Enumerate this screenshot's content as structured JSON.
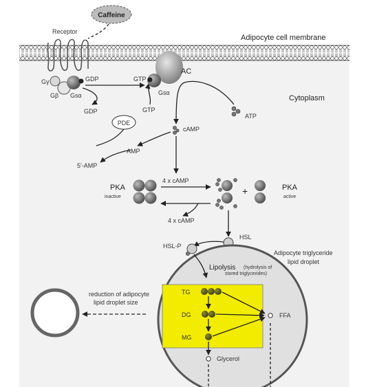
{
  "labels": {
    "caffeine": "Caffeine",
    "receptor": "Receptor",
    "membrane": "Adipocyte cell membrane",
    "cytoplasm": "Cytoplasm",
    "g_gamma": "Gγ",
    "g_beta": "Gβ",
    "gs_alpha_left": "Gsα",
    "gs_alpha_right": "Gsα",
    "gdp_bound": "GDP",
    "gdp_released": "GDP",
    "gtp_bound": "GTP",
    "gtp_in": "GTP",
    "ac": "AC",
    "atp": "ATP",
    "camp": "cAMP",
    "pde": "PDE",
    "amp": "AMP",
    "five_amp": "5'-AMP",
    "pka_inactive_title": "PKA",
    "pka_inactive_sub": "inactive",
    "pka_active_title": "PKA",
    "pka_active_sub": "active",
    "four_camp_top": "4 x cAMP",
    "four_camp_bottom": "4 x cAMP",
    "plus": "+",
    "hsl": "HSL",
    "hsl_p": "HSL-P",
    "droplet_line1": "Adipocyte triglyceride",
    "droplet_line2": "lipid droplet",
    "lipolysis": "Lipolysis",
    "lipolysis_note_1": "(hydrolysis of",
    "lipolysis_note_2": "stored triglycerides)",
    "tg": "TG",
    "dg": "DG",
    "mg": "MG",
    "ffa": "FFA",
    "glycerol": "Glycerol",
    "reduction_line1": "reduction of adipocyte",
    "reduction_line2": "lipid droplet size"
  },
  "colors": {
    "background": "#ffffff",
    "cytoplasm_fill": "#f2f2f2",
    "membrane_outline": "#333333",
    "lipolysis_box": "#f2ec00",
    "molecule": "#666666",
    "node_light": "#cccccc"
  }
}
